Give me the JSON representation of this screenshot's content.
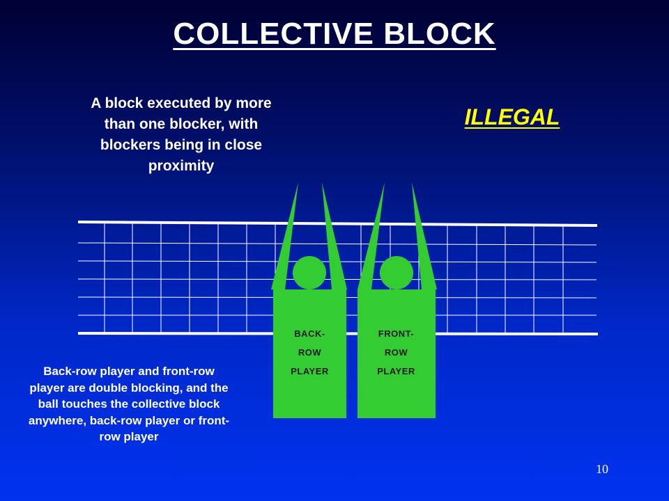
{
  "slide": {
    "title": "COLLECTIVE  BLOCK",
    "definition": "A block executed by more than one blocker, with blockers being in close proximity",
    "status": "ILLEGAL",
    "description": "Back-row player and front-row player are double blocking, and the ball touches the collective block anywhere, back-row player or front-row player",
    "page_number": "10"
  },
  "players": [
    {
      "line1": "BACK-",
      "line2": "ROW",
      "line3": "PLAYER"
    },
    {
      "line1": "FRONT-",
      "line2": "ROW",
      "line3": "PLAYER"
    }
  ],
  "colors": {
    "player": "#33cc33",
    "net_lines": "#ffffff",
    "status_text": "#ffff00",
    "background_top": "#000033",
    "background_bottom": "#0033f0"
  }
}
